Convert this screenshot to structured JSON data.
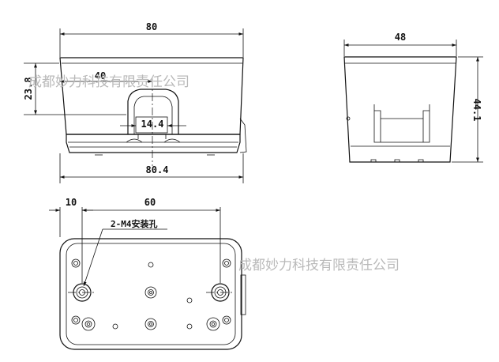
{
  "front_view": {
    "dim_width_top": "80",
    "dim_center": "40",
    "dim_height": "23.8",
    "dim_slot": "14.4",
    "dim_width_bottom": "80.4"
  },
  "side_view": {
    "dim_width": "48",
    "dim_height": "44.1"
  },
  "bottom_view": {
    "dim_offset": "10",
    "dim_spacing": "60",
    "hole_label": "2-M4安装孔"
  },
  "watermarks": {
    "top": "成都妙力科技有限责任公司",
    "bottom": "成都妙力科技有限责任公司"
  }
}
